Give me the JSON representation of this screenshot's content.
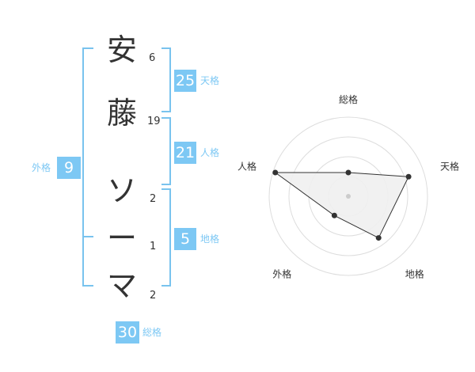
{
  "name": {
    "characters": [
      {
        "char": "安",
        "strokes": "6"
      },
      {
        "char": "藤",
        "strokes": "19"
      },
      {
        "char": "ソ",
        "strokes": "2"
      },
      {
        "char": "ー",
        "strokes": "1"
      },
      {
        "char": "マ",
        "strokes": "2"
      }
    ]
  },
  "scores": {
    "tenkaku": {
      "value": "25",
      "label": "天格"
    },
    "jinkaku": {
      "value": "21",
      "label": "人格"
    },
    "chikaku": {
      "value": "5",
      "label": "地格"
    },
    "gaikaku": {
      "value": "9",
      "label": "外格"
    },
    "soukaku": {
      "value": "30",
      "label": "総格"
    }
  },
  "colors": {
    "accent": "#7dc8f4",
    "bracket": "#79c3ee",
    "text": "#333333",
    "radar_fill": "#f0f0f0",
    "radar_stroke": "#333333",
    "grid": "#dddddd"
  },
  "chart_data": {
    "type": "radar",
    "axes": [
      "総格",
      "天格",
      "地格",
      "外格",
      "人格"
    ],
    "values": [
      0.3,
      0.8,
      0.65,
      0.3,
      0.97
    ],
    "range": [
      0,
      1
    ],
    "grid": true,
    "rings": 4
  }
}
